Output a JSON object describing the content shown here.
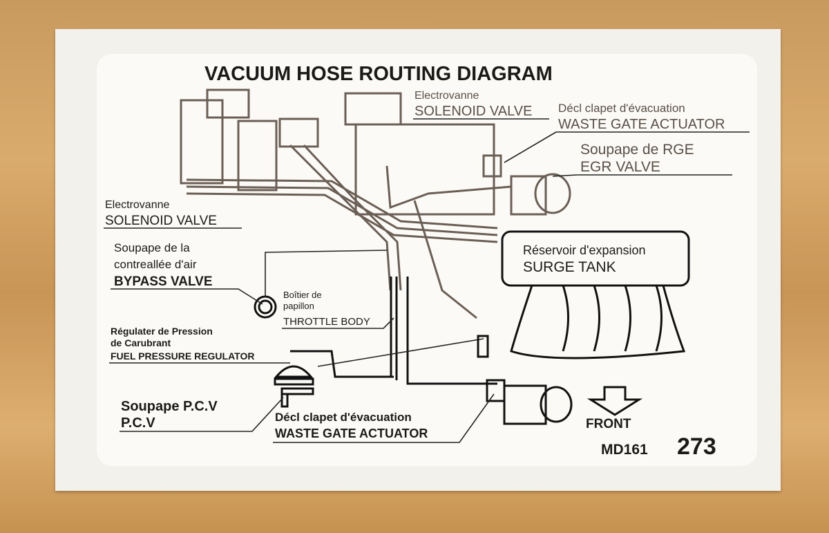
{
  "title": "VACUUM HOSE ROUTING DIAGRAM",
  "labels": {
    "solenoid_top": {
      "fr": "Electrovanne",
      "en": "SOLENOID VALVE"
    },
    "wastegate_top": {
      "fr": "Décl clapet d'évacuation",
      "en": "WASTE GATE ACTUATOR"
    },
    "egr": {
      "fr": "Soupape de RGE",
      "en": "EGR VALVE"
    },
    "solenoid_left": {
      "fr": "Electrovanne",
      "en": "SOLENOID VALVE"
    },
    "bypass": {
      "fr1": "Soupape de la",
      "fr2": "contreallée d'air",
      "en": "BYPASS VALVE"
    },
    "throttle": {
      "fr1": "Boîtier de",
      "fr2": "papillon",
      "en": "THROTTLE BODY"
    },
    "fuel": {
      "fr1": "Régulater de Pression",
      "fr2": "de Carubrant",
      "en": "FUEL PRESSURE REGULATOR"
    },
    "pcv": {
      "fr": "Soupape P.C.V",
      "en": "P.C.V"
    },
    "wastegate_bottom": {
      "fr": "Décl clapet d'évacuation",
      "en": "WASTE GATE ACTUATOR"
    },
    "surge": {
      "fr": "Réservoir d'expansion",
      "en": "SURGE TANK"
    },
    "front": "FRONT"
  },
  "part_number": {
    "prefix": "MD161",
    "suffix": "273"
  },
  "colors": {
    "ink": "#1c1a18",
    "hose": "#6b5f55",
    "sticker": "#fbfaf6",
    "wood": "#d0a064"
  }
}
